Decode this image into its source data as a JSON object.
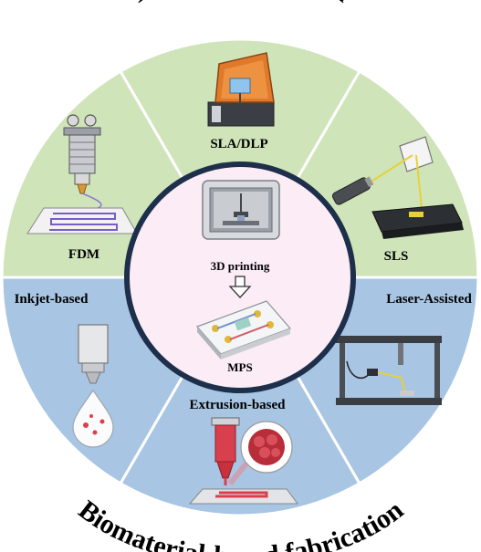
{
  "title_top": "Device Fabrication",
  "title_bottom": "Biomaterial-based fabrication",
  "center": {
    "top_label": "3D printing",
    "bottom_label": "MPS"
  },
  "sections": {
    "fdm": "FDM",
    "sla": "SLA/DLP",
    "sls": "SLS",
    "inkjet": "Inkjet-based",
    "extrusion": "Extrusion-based",
    "laser": "Laser-Assisted"
  },
  "colors": {
    "green_fill": "#cfe4b9",
    "blue_fill": "#a8c5e3",
    "center_fill": "#fbecf6",
    "ring_stroke": "#1d2f4a",
    "bioink_red": "#d9404d"
  },
  "icons": {
    "fdm": "fdm-printhead-icon",
    "sla": "sla-printer-icon",
    "sls": "sls-laser-icon",
    "inkjet": "inkjet-nozzle-icon",
    "extrusion": "extrusion-syringe-icon",
    "laser": "laser-frame-icon",
    "center_printer": "3d-printer-icon",
    "center_chip": "microfluidic-chip-icon",
    "arrow": "down-arrow-icon"
  }
}
